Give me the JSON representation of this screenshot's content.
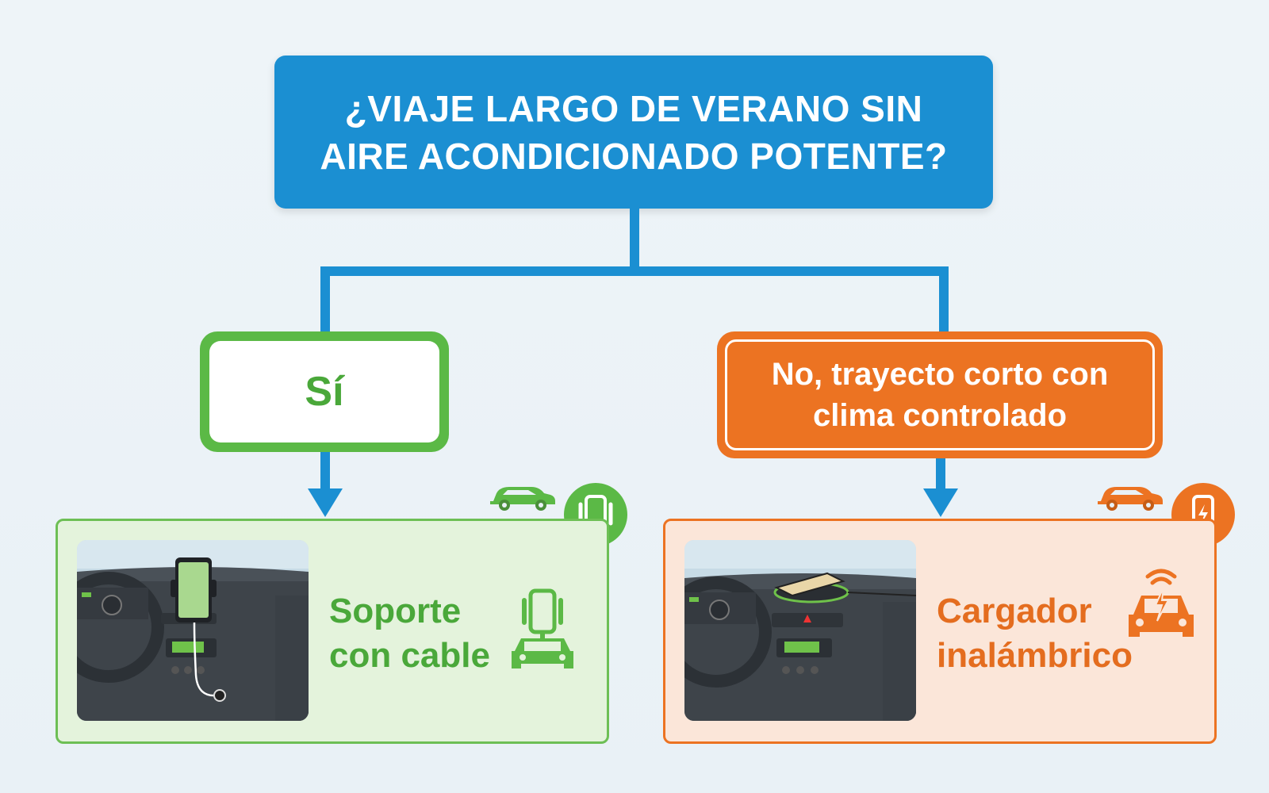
{
  "colors": {
    "question_bg": "#1b8fd2",
    "connector": "#1b8fd2",
    "yes_accent": "#5bb946",
    "no_accent": "#ec7322"
  },
  "question": {
    "text": "¿VIAJE LARGO DE VERANO SIN AIRE ACONDICIONADO POTENTE?"
  },
  "answers": {
    "yes": {
      "label": "Sí"
    },
    "no": {
      "label": "No, trayecto corto con clima controlado"
    }
  },
  "results": {
    "yes": {
      "label": "Soporte con cable",
      "icons": [
        "car-icon",
        "phone-holder-badge-icon",
        "car-phone-mount-icon"
      ],
      "photo": "car-dashboard-phone-holder-cable"
    },
    "no": {
      "label": "Cargador inalámbrico",
      "icons": [
        "car-icon",
        "phone-charging-badge-icon",
        "car-wireless-charging-icon"
      ],
      "photo": "car-dashboard-wireless-charger"
    }
  }
}
